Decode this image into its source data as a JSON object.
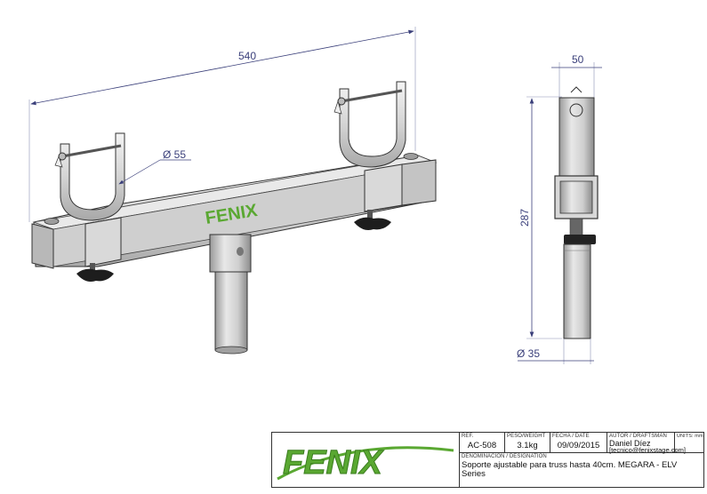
{
  "dimensions": {
    "length": "540",
    "tube_diameter": "Ø 55",
    "width": "50",
    "height": "287",
    "spigot_diameter": "Ø 35"
  },
  "brand": {
    "name": "FENIX",
    "small_logo_text": "FENIX",
    "green": "#5aa832",
    "dark": "#555555"
  },
  "title_block": {
    "ref_label": "REF.",
    "ref_value": "AC-508",
    "weight_label": "PESO/WEIGHT",
    "weight_value": "3.1kg",
    "date_label": "FECHA / DATE",
    "date_value": "09/09/2015",
    "author_label": "AUTOR / DRAFTSMAN",
    "author_name": "Daniel Díez",
    "author_email": "[tecnico@fenixstage.com]",
    "units_label": "UNITS: mm",
    "designation_label": "DENOMINACIÓN / DESIGNATION",
    "designation_line1": "Soporte ajustable para truss hasta 40cm. MEGARA - ELV",
    "designation_line2": "Series"
  }
}
